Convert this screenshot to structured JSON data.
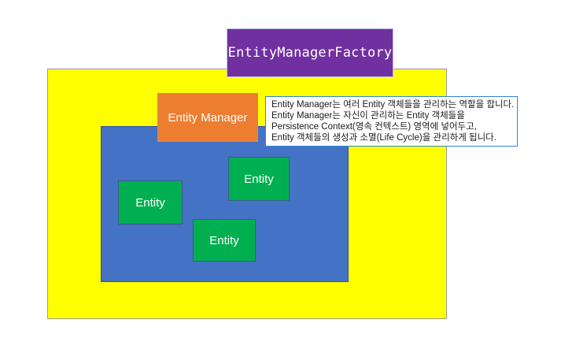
{
  "diagram": {
    "title": "JPA EntityManagerFactory / EntityManager / Persistence Context diagram",
    "colors": {
      "factory": "#7030A0",
      "persistence_unit": "#FFFF00",
      "persistence_context": "#4472C4",
      "entity_manager": "#ED7D31",
      "entity": "#00B050",
      "callout_border": "#2E86D6",
      "background": "#FFFFFF"
    },
    "factory_box": {
      "label": "EntityManagerFactory"
    },
    "entity_manager_box": {
      "label": "Entity Manager"
    },
    "entity_boxes": [
      {
        "label": "Entity"
      },
      {
        "label": "Entity"
      },
      {
        "label": "Entity"
      }
    ],
    "callout": {
      "lines": [
        "Entity Manager는 여러 Entity 객체들을 관리하는 역할을 합니다.",
        "Entity Manager는 자신이 관리하는 Entity 객체들을",
        "Persistence Context(영속 컨텍스트) 영역에 넣어두고,",
        "Entity 객체들의 생성과 소멸(Life Cycle)을 관리하게 됩니다."
      ]
    }
  }
}
